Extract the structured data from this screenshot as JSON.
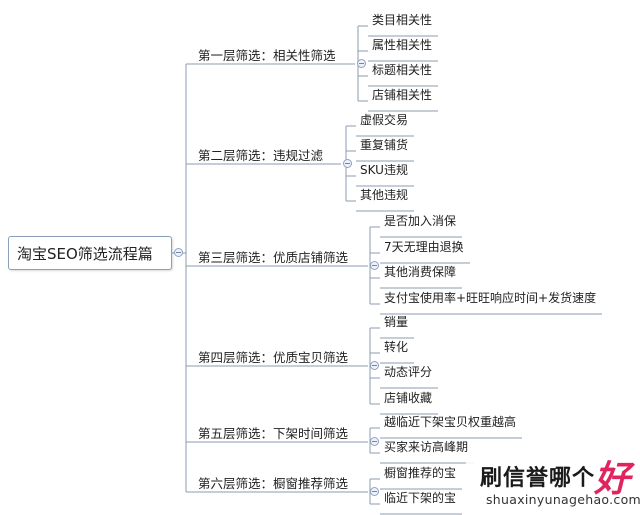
{
  "root": {
    "label": "淘宝SEO筛选流程篇"
  },
  "branches": [
    {
      "label": "第一层筛选：相关性筛选",
      "children": [
        "类目相关性",
        "属性相关性",
        "标题相关性",
        "店铺相关性"
      ]
    },
    {
      "label": "第二层筛选：违规过滤",
      "children": [
        "虚假交易",
        "重复铺货",
        "SKU违规",
        "其他违规"
      ]
    },
    {
      "label": "第三层筛选：优质店铺筛选",
      "children": [
        "是否加入消保",
        "7天无理由退换",
        "其他消费保障",
        "支付宝使用率+旺旺响应时间+发货速度"
      ]
    },
    {
      "label": "第四层筛选：优质宝贝筛选",
      "children": [
        "销量",
        "转化",
        "动态评分",
        "店铺收藏"
      ]
    },
    {
      "label": "第五层筛选：下架时间筛选",
      "children": [
        "越临近下架宝贝权重越高",
        "买家来访高峰期"
      ]
    },
    {
      "label": "第六层筛选：橱窗推荐筛选",
      "children": [
        "橱窗推荐的宝",
        "临近下架的宝"
      ]
    }
  ],
  "watermark": {
    "text": "刷信誉哪个",
    "accent": "好",
    "url": "shuaxinyunagehao.com",
    "accent_color": "#e0245e"
  },
  "colors": {
    "line": "#8a9bb0",
    "toggle": "#8fa3c4"
  }
}
